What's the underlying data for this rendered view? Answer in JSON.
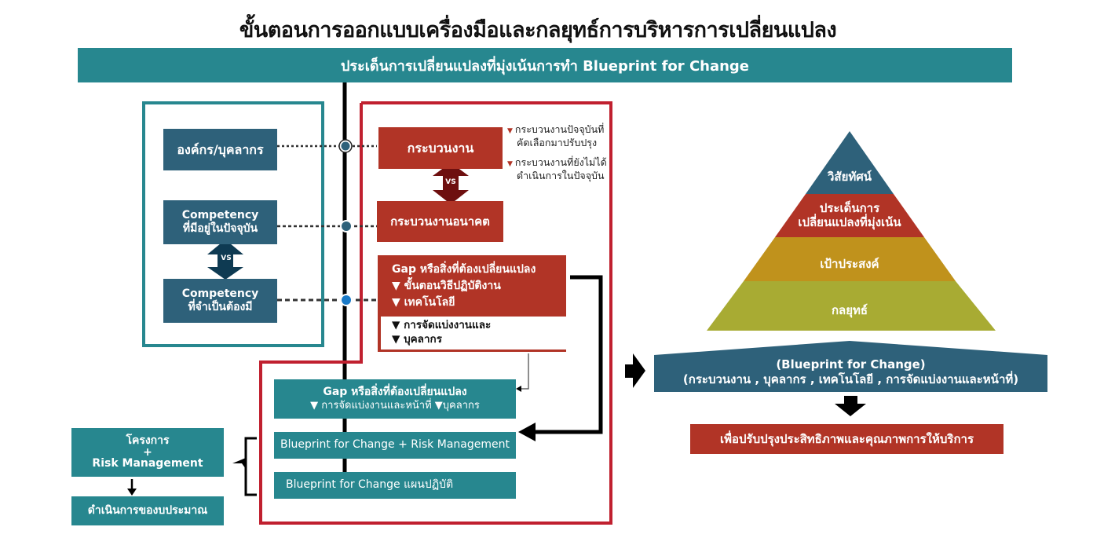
{
  "title": "ขั้นตอนการออกแบบเครื่องมือและกลยุทธ์การบริหารการเปลี่ยนแปลง",
  "banner": "ประเด็นการเปลี่ยนแปลงที่มุ่งเน้นการทำ Blueprint for Change",
  "left_panel": {
    "org": "องค์กร/บุคลากร",
    "competency_current": {
      "line1": "Competency",
      "line2": "ที่มีอยู่ในปัจจุบัน"
    },
    "vs": "VS",
    "competency_required": {
      "line1": "Competency",
      "line2": "ที่จำเป็นต้องมี"
    }
  },
  "process": {
    "current": "กระบวนงาน",
    "vs": "VS",
    "future": "กระบวนงานอนาคต",
    "notes": [
      {
        "marker": "▼",
        "line1": "กระบวนงานปัจจุบันที่",
        "line2": "คัดเลือกมาปรับปรุง"
      },
      {
        "marker": "▼",
        "line1": "กระบวนงานที่ยังไม่ได้",
        "line2": "ดำเนินการในปัจจุบัน"
      }
    ]
  },
  "gap_red": {
    "title": "Gap หรือสิ่งที่ต้องเปลี่ยนแปลง",
    "items": [
      "▼ ขั้นตอนวิธีปฏิบัติงาน",
      "▼ เทคโนโลยี"
    ],
    "white_items": [
      "▼ การจัดแบ่งงานและ",
      "▼ บุคลากร"
    ]
  },
  "gap_teal": {
    "title": "Gap หรือสิ่งที่ต้องเปลี่ยนแปลง",
    "items": "▼ การจัดแบ่งงานและหน้าที่   ▼บุคลากร"
  },
  "blueprint_risk": "Blueprint for Change + Risk Management",
  "blueprint_plan": "Blueprint for Change แผนปฏิบัติ",
  "project": {
    "line1": "โครงการ",
    "line2": "+",
    "line3": "Risk Management"
  },
  "budget": "ดำเนินการของบประมาณ",
  "pyramid": [
    {
      "label": "วิสัยทัศน์",
      "color": "#2e617a"
    },
    {
      "label": "ประเด็นการ\nเปลี่ยนแปลงที่มุ่งเน้น",
      "line1": "ประเด็นการ",
      "line2": "เปลี่ยนแปลงที่มุ่งเน้น",
      "color": "#b13426"
    },
    {
      "label": "เป้าประสงค์",
      "color": "#c0921c"
    },
    {
      "label": "กลยุทธ์",
      "color": "#a8ab33"
    }
  ],
  "blueprint_box": {
    "line1": "(Blueprint for Change)",
    "line2": "(กระบวนงาน , บุคลากร , เทคโนโลยี , การจัดแบ่งงานและหน้าที่)"
  },
  "result": "เพื่อปรับปรุงประสิทธิภาพและคุณภาพการให้บริการ",
  "colors": {
    "navy": "#2e617a",
    "red": "#b13426",
    "teal": "#27878f",
    "outline_red": "#c0202f",
    "dot_blue": "#1a7ac8"
  }
}
